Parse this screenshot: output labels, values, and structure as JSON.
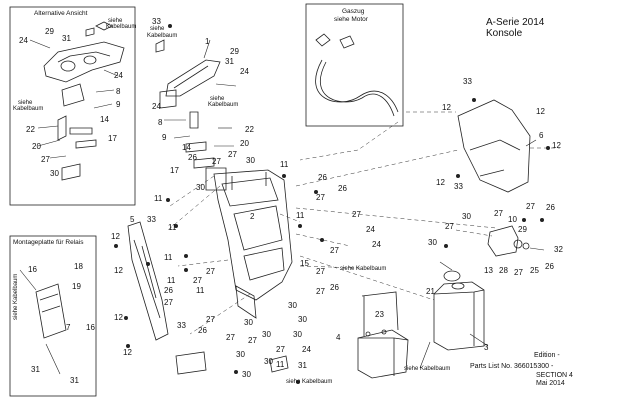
{
  "title": {
    "series": "A-Serie 2014",
    "section": "Konsole"
  },
  "insets": {
    "alternative": "Alternative Ansicht",
    "gaszug": "Gaszug",
    "gaszug_sub": "siehe Motor",
    "relais": "Montageplatte für Relais"
  },
  "callout_text": {
    "kabelbaum": "siehe Kabelbaum",
    "kabelbaum_a": "siehe",
    "kabelbaum_b": "Kabelbaum"
  },
  "footer": {
    "edition": "Edition -",
    "parts_list": "Parts List No. 366015300 -",
    "section": "SECTION 4",
    "date": "Mai 2014"
  },
  "part_numbers": {
    "n1": "1",
    "n2": "2",
    "n3": "3",
    "n4": "4",
    "n5": "5",
    "n6": "6",
    "n7": "7",
    "n8": "8",
    "n9": "9",
    "n10": "10",
    "n11": "11",
    "n12": "12",
    "n13": "13",
    "n14": "14",
    "n15": "15",
    "n16": "16",
    "n17": "17",
    "n18": "18",
    "n19": "19",
    "n20": "20",
    "n21": "21",
    "n22": "22",
    "n23": "23",
    "n24": "24",
    "n25": "25",
    "n26": "26",
    "n27": "27",
    "n28": "28",
    "n29": "29",
    "n30": "30",
    "n31": "31",
    "n32": "32",
    "n33": "33"
  }
}
